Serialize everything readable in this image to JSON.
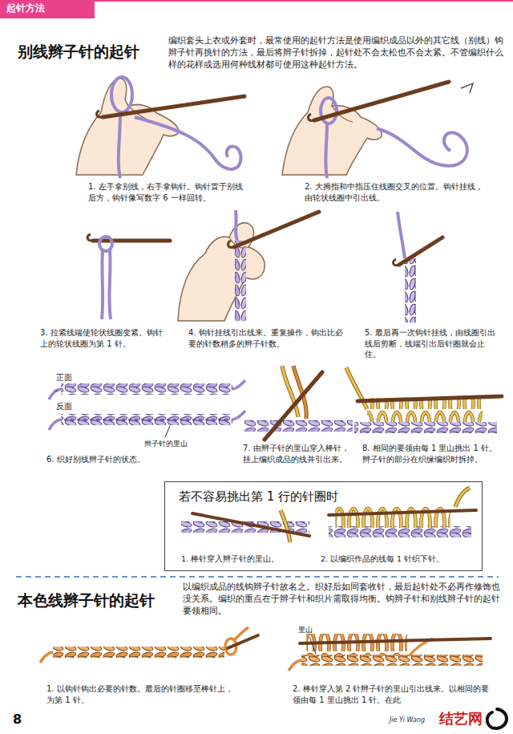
{
  "diagram": {
    "nodes": [
      {
        "text": [
          "起针方法"
        ]
      },
      {
        "text": [
          "若不容易挑出第 1 行的针圈时",
          "1. 棒针穿入辫子针的里山。",
          "2. 以编织作品的线每 1 针织下针。"
        ]
      }
    ],
    "labels": [
      "别线辫子针的起针",
      "编织套头上衣或外套时，最常使用的起针方法是使用编织成品以外的其它线（别线）钩辫子针再挑针的方法，最后将辫子针拆掉，起针处不会太松也不会太紧。不管编织什么样的花样或选用何种线材都可使用这种起针方法。",
      "1. 左手拿别线，右手拿钩针。钩针置于别线后方，钩针像写数字 6 一样回转。",
      "2. 大拇指和中指压住线圈交叉的位置。钩针挂线，由轮状线圈中引出线。",
      "3. 拉紧线端使轮状线圈变紧。钩针上的轮状线圈为第 1 针。",
      "4. 钩针挂线引出线来。重复操作，钩出比必要的针数稍多的辫子针数。",
      "5. 最后再一次钩针挂线，由线圈引出线后剪断，线端引出后针圈就会止住。",
      "正面",
      "反面",
      "辫子针的里山",
      "6. 织好别线辫子针的状态。",
      "7. 由辫子针的里山穿入棒针，挂上编织成品的线并引出来。",
      "8. 相同的要领由每 1 里山挑出 1 针。辫子针的部分在织缘编织时拆掉。",
      "本色线辫子针的起针",
      "以编织成品的线钩辫子针故名之。织好后如同套收针，最后起针处不必再作修饰也没关系。编织的重点在于辫子针和织片需取得均衡。钩辫子针和别线辫子针的起针要领相同。",
      "里山",
      "1. 以钩针钩出必要的针数。最后的针圈移至棒针上，为第 1 针。",
      "2. 棒针穿入第 2 针辫子针的里山引出线来。以相同的要领由每 1 里山挑出 1 针。在此",
      "8",
      "Jie Yi Wang",
      "结艺网"
    ]
  }
}
